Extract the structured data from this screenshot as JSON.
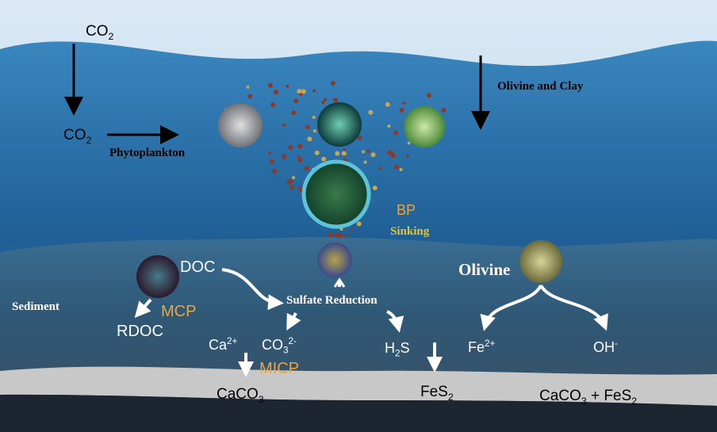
{
  "labels": {
    "co2_atmosphere": {
      "main": "CO",
      "sub": "2"
    },
    "co2_ocean": {
      "main": "CO",
      "sub": "2"
    },
    "phytoplankton": "Phytoplankton",
    "olivine_and_clay": "Olivine and Clay",
    "bp": "BP",
    "sinking": "Sinking",
    "doc": "DOC",
    "sediment": "Sediment",
    "mcp": "MCP",
    "rdoc": "RDOC",
    "sulfate_reduction": "Sulfate Reduction",
    "calcium_ion": {
      "main": "Ca",
      "sup": "2+"
    },
    "carbonate_ion": {
      "main": "CO",
      "sub": "3",
      "sup": "2-"
    },
    "micp": "MICP",
    "h2s": {
      "main1": "H",
      "sub": "2",
      "main2": "S"
    },
    "olivine": "Olivine",
    "iron_ion": {
      "main": "Fe",
      "sup": "2+"
    },
    "hydroxide_ion": {
      "main": "OH",
      "sup": "-"
    },
    "caco3": {
      "main": "CaCO",
      "sub": "3"
    },
    "fes2": {
      "main": "FeS",
      "sub": "2"
    },
    "caco3_fes2": {
      "main1": "CaCO",
      "sub1": "3",
      "main2": " + FeS",
      "sub2": "2"
    }
  },
  "colors": {
    "accent_orange": "#eaa73c",
    "sinking_gold": "#e8c22a",
    "water": "#2a6ea6",
    "sediment": "#2f5876",
    "deposit_layer": "#c8c8c8"
  }
}
